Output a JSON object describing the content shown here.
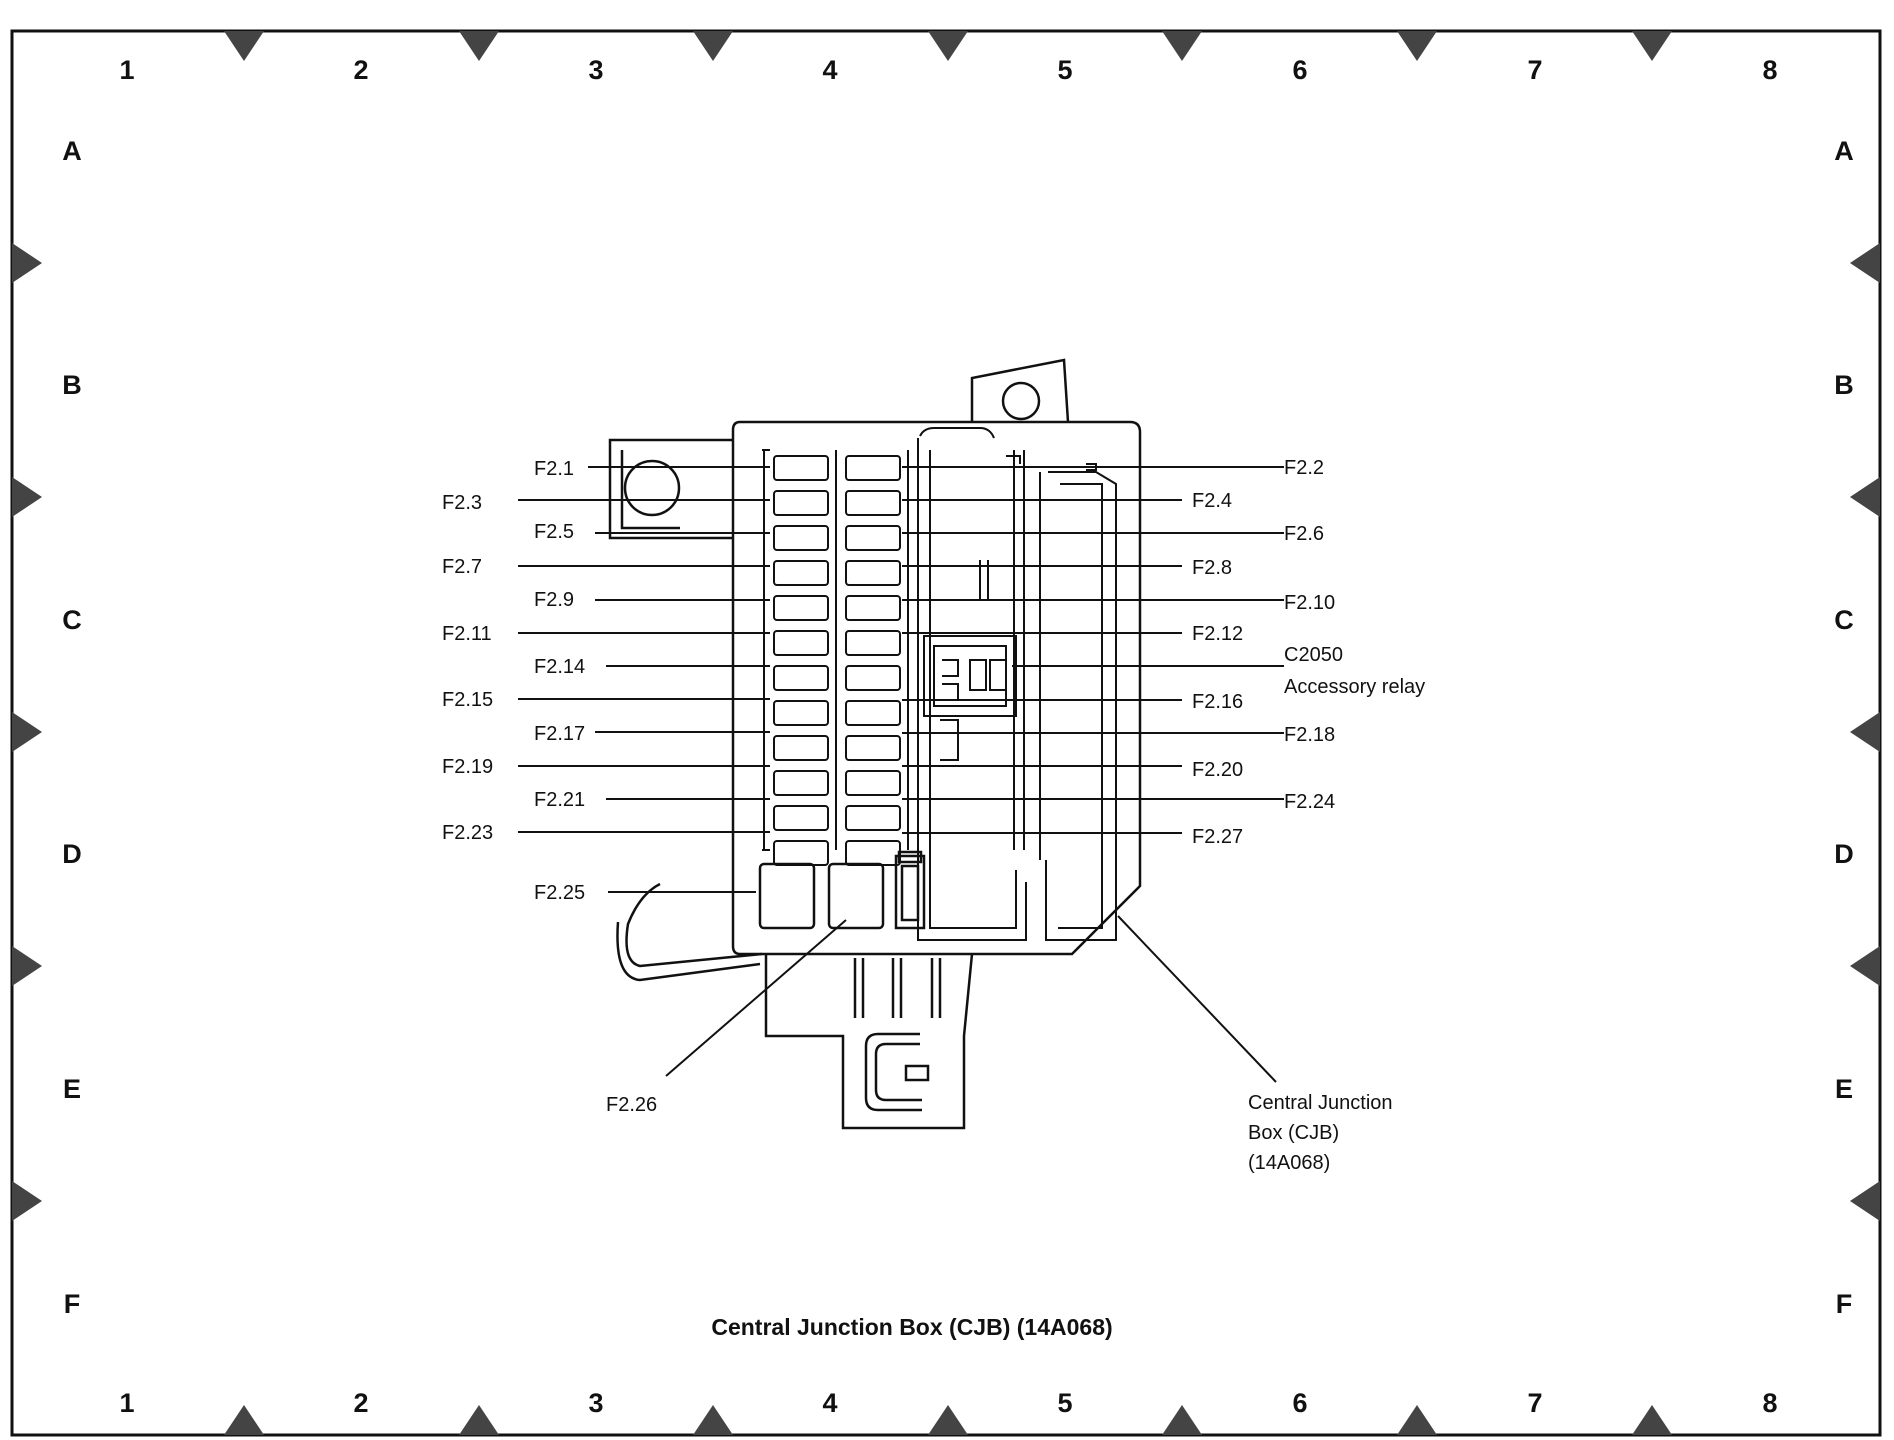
{
  "title": "Central Junction Box (CJB) (14A068)",
  "grid": {
    "columns": [
      "1",
      "2",
      "3",
      "4",
      "5",
      "6",
      "7",
      "8"
    ],
    "rows": [
      "A",
      "B",
      "C",
      "D",
      "E",
      "F"
    ]
  },
  "callouts": {
    "f2_1": "F2.1",
    "f2_2": "F2.2",
    "f2_3": "F2.3",
    "f2_4": "F2.4",
    "f2_5": "F2.5",
    "f2_6": "F2.6",
    "f2_7": "F2.7",
    "f2_8": "F2.8",
    "f2_9": "F2.9",
    "f2_10": "F2.10",
    "f2_11": "F2.11",
    "f2_12": "F2.12",
    "f2_14": "F2.14",
    "f2_15": "F2.15",
    "f2_16": "F2.16",
    "f2_17": "F2.17",
    "f2_18": "F2.18",
    "f2_19": "F2.19",
    "f2_20": "F2.20",
    "f2_21": "F2.21",
    "f2_23": "F2.23",
    "f2_24": "F2.24",
    "f2_25": "F2.25",
    "f2_26": "F2.26",
    "f2_27": "F2.27",
    "c2050": "C2050",
    "accessory_relay": "Accessory relay",
    "cjb_line1": "Central Junction",
    "cjb_line2": "Box (CJB)",
    "cjb_line3": "(14A068)"
  }
}
